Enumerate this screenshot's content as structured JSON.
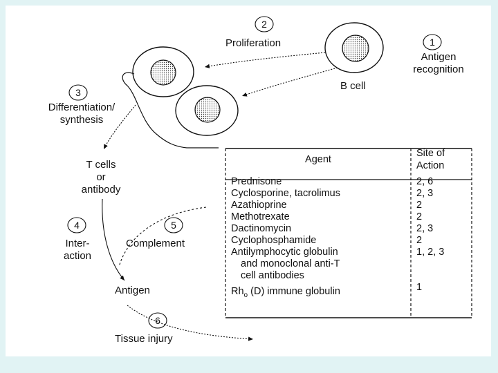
{
  "steps": {
    "s1": {
      "number": "1",
      "label_line1": "Antigen",
      "label_line2": "recognition"
    },
    "s2": {
      "number": "2",
      "label": "Proliferation"
    },
    "s3": {
      "number": "3",
      "label_line1": "Differentiation/",
      "label_line2": "synthesis"
    },
    "s4": {
      "number": "4",
      "label_line1": "Inter-",
      "label_line2": "action"
    },
    "s5": {
      "number": "5",
      "label": "Complement"
    },
    "s6": {
      "number": "6",
      "label": "Tissue injury"
    }
  },
  "labels": {
    "b_cell": "B cell",
    "t_cells_line1": "T cells",
    "t_cells_line2": "or",
    "t_cells_line3": "antibody",
    "antigen": "Antigen"
  },
  "table": {
    "header_agent": "Agent",
    "header_site_line1": "Site of",
    "header_site_line2": "Action",
    "rows": [
      {
        "agent": "Prednisone",
        "site": "2, 6"
      },
      {
        "agent": "Cyclosporine, tacrolimus",
        "site": "2, 3"
      },
      {
        "agent": "Azathioprine",
        "site": "2"
      },
      {
        "agent": "Methotrexate",
        "site": "2"
      },
      {
        "agent": "Dactinomycin",
        "site": "2, 3"
      },
      {
        "agent": "Cyclophosphamide",
        "site": "2"
      },
      {
        "agent": "Antilymphocytic globulin",
        "agent_line2": "and monoclonal anti-T",
        "agent_line3": "cell antibodies",
        "site": "1, 2, 3"
      },
      {
        "agent": "Rh",
        "agent_sub": "o",
        "agent_rest": " (D) immune globulin",
        "site": "1"
      }
    ]
  }
}
